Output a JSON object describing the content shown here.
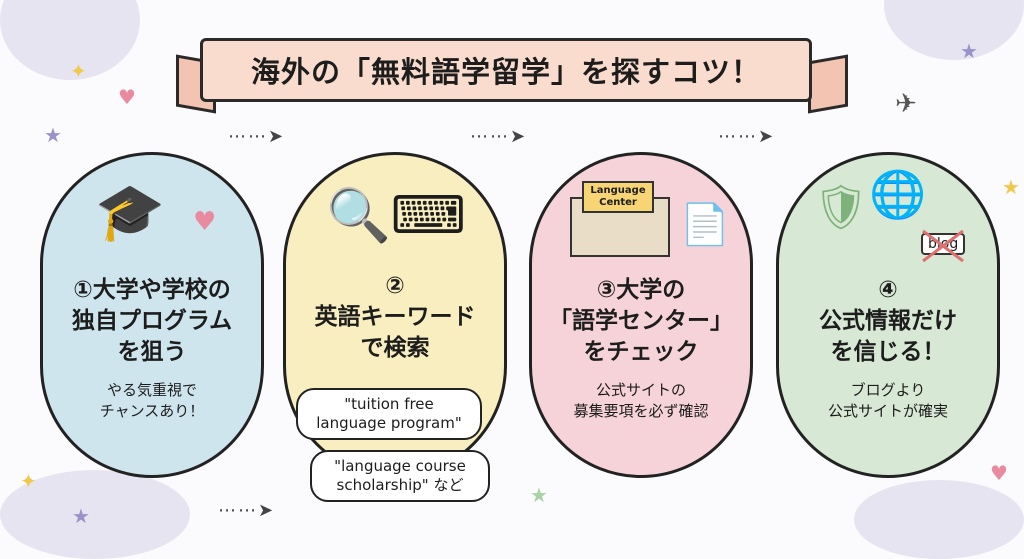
{
  "title": "海外の「無料語学留学」を探すコツ！",
  "steps": [
    {
      "number": "①",
      "heading_lines": [
        "①大学や学校の",
        "独自プログラム",
        "を狙う"
      ],
      "body_lines": [
        "やる気重視で",
        "チャンスあり！"
      ]
    },
    {
      "number": "②",
      "heading_lines": [
        "②",
        "英語キーワード",
        "で検索"
      ],
      "keywords": [
        [
          "\"tuition free",
          "language program\""
        ],
        [
          "\"language course",
          "scholarship\" など"
        ]
      ]
    },
    {
      "number": "③",
      "heading_lines": [
        "③大学の",
        "「語学センター」",
        "をチェック"
      ],
      "sign_lines": [
        "Language",
        "Center"
      ],
      "body_lines": [
        "公式サイトの",
        "募集要項を必ず確認"
      ]
    },
    {
      "number": "④",
      "heading_lines": [
        "④",
        "公式情報だけ",
        "を信じる！"
      ],
      "blog_label": "blog",
      "body_lines": [
        "ブログより",
        "公式サイトが確実"
      ]
    }
  ]
}
